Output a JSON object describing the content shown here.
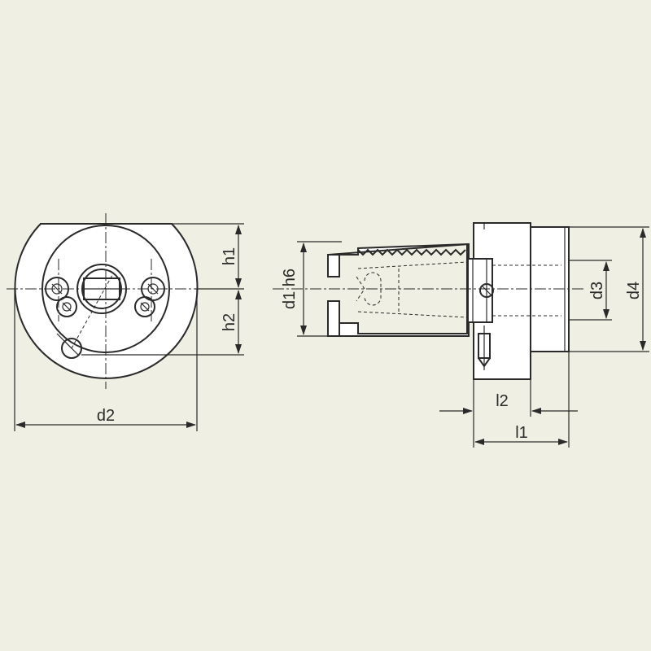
{
  "diagram": {
    "dimension_labels": {
      "h1": "h1",
      "h2": "h2",
      "d2": "d2",
      "d1h6": "d1 h6",
      "d3": "d3",
      "d4": "d4",
      "l1": "l1",
      "l2": "l2"
    }
  },
  "colors": {
    "background": "#efefe3",
    "line": "#2a2a2a",
    "part_fill": "#ffffff"
  }
}
